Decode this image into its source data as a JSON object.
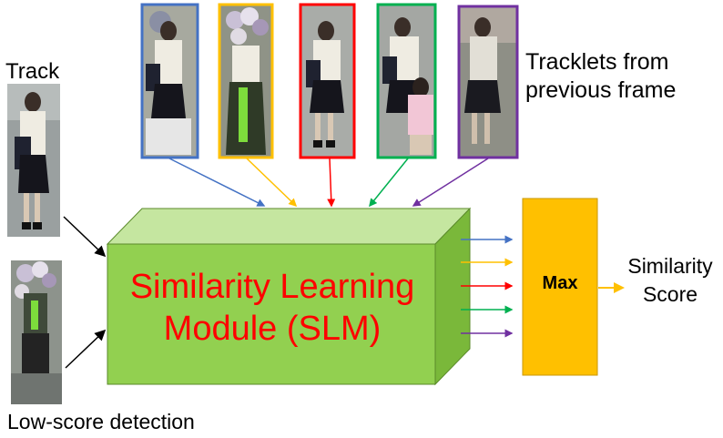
{
  "labels": {
    "track": "Track",
    "tracklets_line1": "Tracklets from",
    "tracklets_line2": "previous frame",
    "low_score": "Low-score detection",
    "slm_line1": "Similarity Learning",
    "slm_line2": "Module (SLM)",
    "max": "Max",
    "similarity_line1": "Similarity",
    "similarity_line2": "Score"
  },
  "colors": {
    "tracklet_frames": [
      "#4472c4",
      "#ffc000",
      "#ff0000",
      "#00b050",
      "#7030a0"
    ],
    "slm_front": "#92d050",
    "slm_top": "#c5e6a0",
    "slm_side": "#7ab83a",
    "slm_text": "#ff0000",
    "max_box": "#ffc000",
    "output_arrow": "#ffc000"
  }
}
